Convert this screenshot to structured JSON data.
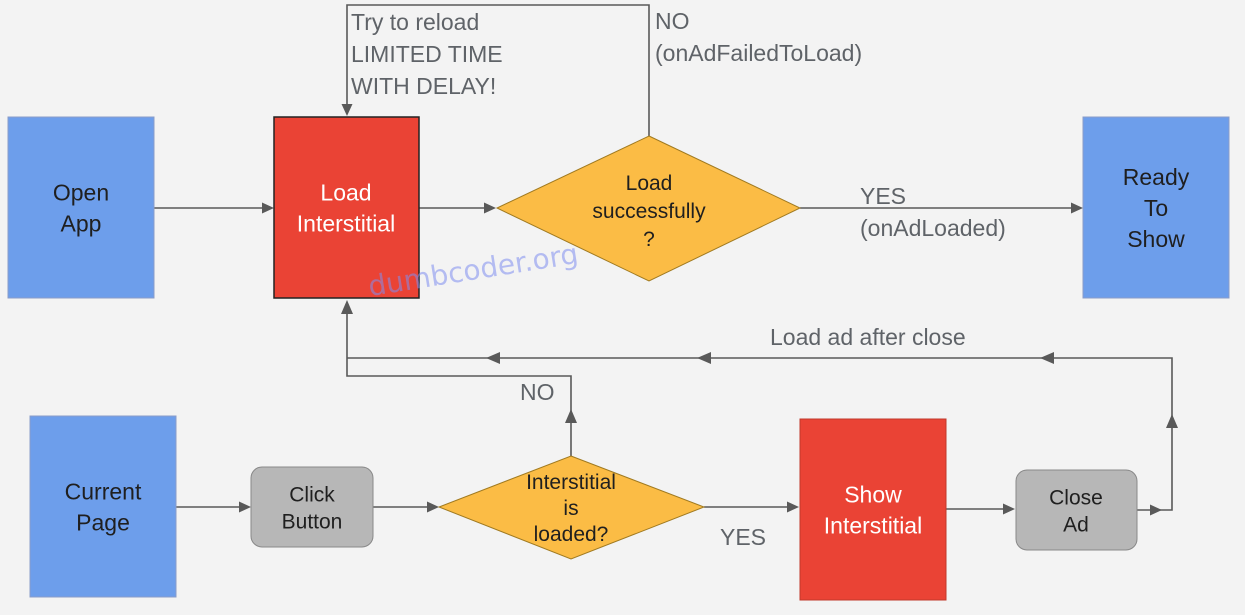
{
  "nodes": {
    "open_app": {
      "lines": [
        "Open",
        "App"
      ],
      "color": "#6d9eeb",
      "text_color": "#1f1f1f"
    },
    "load_interstitial": {
      "lines": [
        "Load",
        "Interstitial"
      ],
      "color": "#ea4335",
      "text_color": "#ffffff"
    },
    "load_successfully": {
      "lines": [
        "Load",
        "successfully",
        "?"
      ],
      "color": "#fbbc45",
      "text_color": "#1f1f1f"
    },
    "ready_to_show": {
      "lines": [
        "Ready",
        "To",
        "Show"
      ],
      "color": "#6d9eeb",
      "text_color": "#1f1f1f"
    },
    "current_page": {
      "lines": [
        "Current",
        "Page"
      ],
      "color": "#6d9eeb",
      "text_color": "#1f1f1f"
    },
    "click_button": {
      "lines": [
        "Click",
        "Button"
      ],
      "color": "#b7b7b7",
      "text_color": "#1f1f1f"
    },
    "interstitial_loaded": {
      "lines": [
        "Interstitial",
        "is",
        "loaded?"
      ],
      "color": "#fbbc45",
      "text_color": "#1f1f1f"
    },
    "show_interstitial": {
      "lines": [
        "Show",
        "Interstitial"
      ],
      "color": "#ea4335",
      "text_color": "#ffffff"
    },
    "close_ad": {
      "lines": [
        "Close",
        "Ad"
      ],
      "color": "#b7b7b7",
      "text_color": "#1f1f1f"
    }
  },
  "edge_labels": {
    "retry": [
      "Try to reload",
      "LIMITED TIME",
      "WITH DELAY!"
    ],
    "failed": [
      "NO",
      "(onAdFailedToLoad)"
    ],
    "loaded": [
      "YES",
      "(onAdLoaded)"
    ],
    "after_close": "Load ad after close",
    "not_loaded": "NO",
    "is_loaded": "YES"
  },
  "watermark": "dumbcoder.org"
}
